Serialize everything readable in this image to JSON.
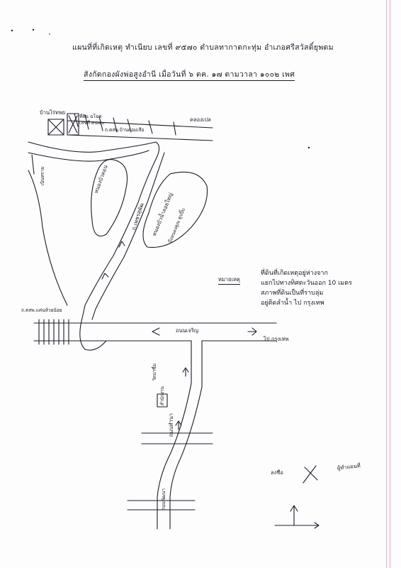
{
  "document": {
    "title_line1": "แผนที่ที่เกิดเหตุ ทำเนียบ เลขที่ ๙๕๗๐ ตำบลทากาดกะทุ่ม อำเภอศรีสวัสดิ์ยุพดม",
    "title_line2": "สังกัดกองผังพ่อสูงอำนี เมื่อวันที่ ๖ ตค. ๑๗ ตามวาลา ๑๐๐๒ เพศ",
    "title_line2_underlined": "สังกัดกองผังพ่อสูงอำนี"
  },
  "map_labels": {
    "house_owner": "บ้านไร่ทพย",
    "house_plot": "ที่ดิน ฉโฉด เลขที่ ๙๕๗๐",
    "lane_upper": "ถ.คสพ.บ้านดอมเสือ",
    "canal_top": "คลองเปล",
    "left_edge": "เนินทราย",
    "pond_left": "หนองบัวดอน",
    "road_mid": "ถ.เพชรสุพัฒ",
    "pond_right": "หนองบัวน้ำลอยใหญ่",
    "pond_right_sub": "บึงหนองคูณ คูปปิ๊บ",
    "junction_left": "ถ.คสพ.แค่นห้วยน้อย",
    "main_road": "ถนนเจริญ",
    "to_bangkok": "ไป กรุงเทพ",
    "temple": "วัดนาซื่ม",
    "building_small": "สำนักงาน",
    "road_south": "ถนนทำนา",
    "road_south2": "ถนนพัฒนา"
  },
  "legend": {
    "heading": "หมายเหตุ",
    "line1": "ที่ดินที่เกิดเหตุอยู่ห่างจาก",
    "line2": "แยกไปทางทิศตะวันออก 10 เมตร",
    "line3": "สภาพที่ดินเป็นที่ราบลุ่ม",
    "line4": "อยู่ติดลำน้ำ ไป กรุงเทพ"
  },
  "signature": {
    "label": "ลงชื่อ",
    "name": "ผู้ทำแผนที่"
  },
  "compass": {
    "north_arrow": "north-arrow"
  },
  "colors": {
    "ink": "#1c1c2a",
    "paper": "#fdfdfd",
    "margin": "#f2a9b8"
  }
}
